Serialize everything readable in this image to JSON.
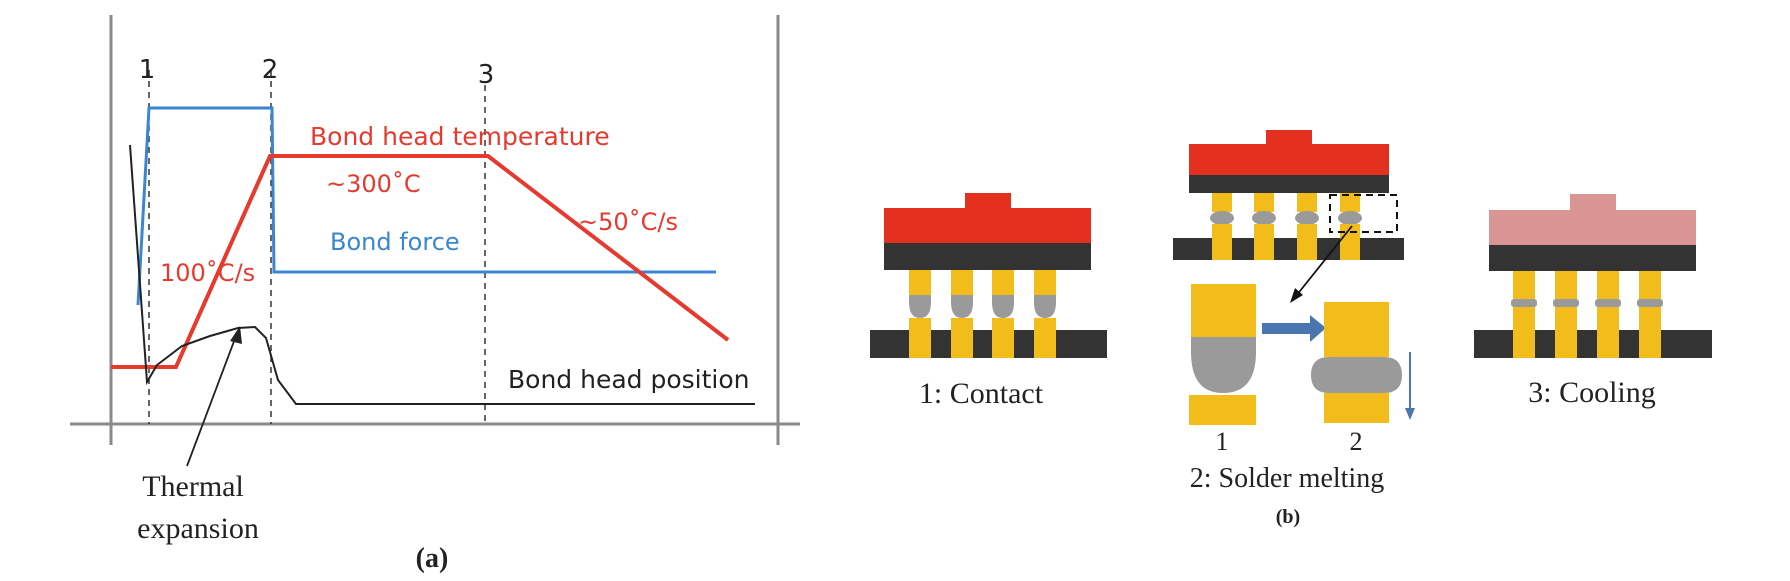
{
  "panel_a": {
    "markers": [
      "1",
      "2",
      "3"
    ],
    "labels": {
      "temperature": "Bond head temperature",
      "peak_temp": "~300˚C",
      "cool_rate": "~50˚C/s",
      "force": "Bond force",
      "heat_rate": "100˚C/s",
      "position": "Bond head position",
      "thermal_line1": "Thermal",
      "thermal_line2": "expansion"
    },
    "caption": "(a)"
  },
  "panel_b": {
    "stage1": "1: Contact",
    "stage2": "2: Solder melting",
    "stage3": "3: Cooling",
    "sub1": "1",
    "sub2": "2",
    "caption": "(b)"
  },
  "colors": {
    "temperature": "#e63a2e",
    "force": "#3a86d0",
    "position": "#222222",
    "bond_head": "#e3301f",
    "bond_head_cooled": "#d99494",
    "substrate": "#333333",
    "pillar": "#f2bc1b",
    "solder": "#9a9a9a"
  }
}
